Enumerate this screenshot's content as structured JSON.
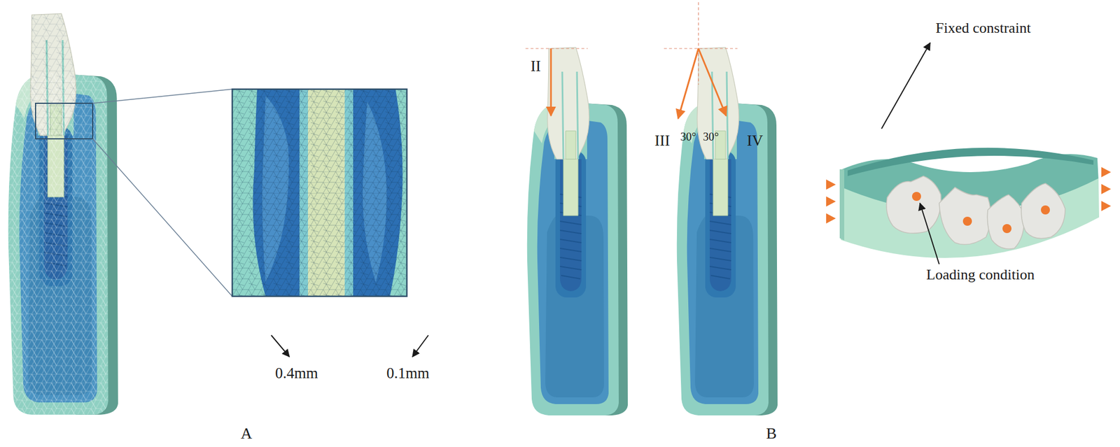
{
  "diagram": {
    "labels": [
      "0.4mm",
      "0.1mm",
      "A",
      "II",
      "III",
      "30°",
      "30°",
      "IV",
      "B",
      "Fixed constraint",
      "Loading condition"
    ]
  }
}
